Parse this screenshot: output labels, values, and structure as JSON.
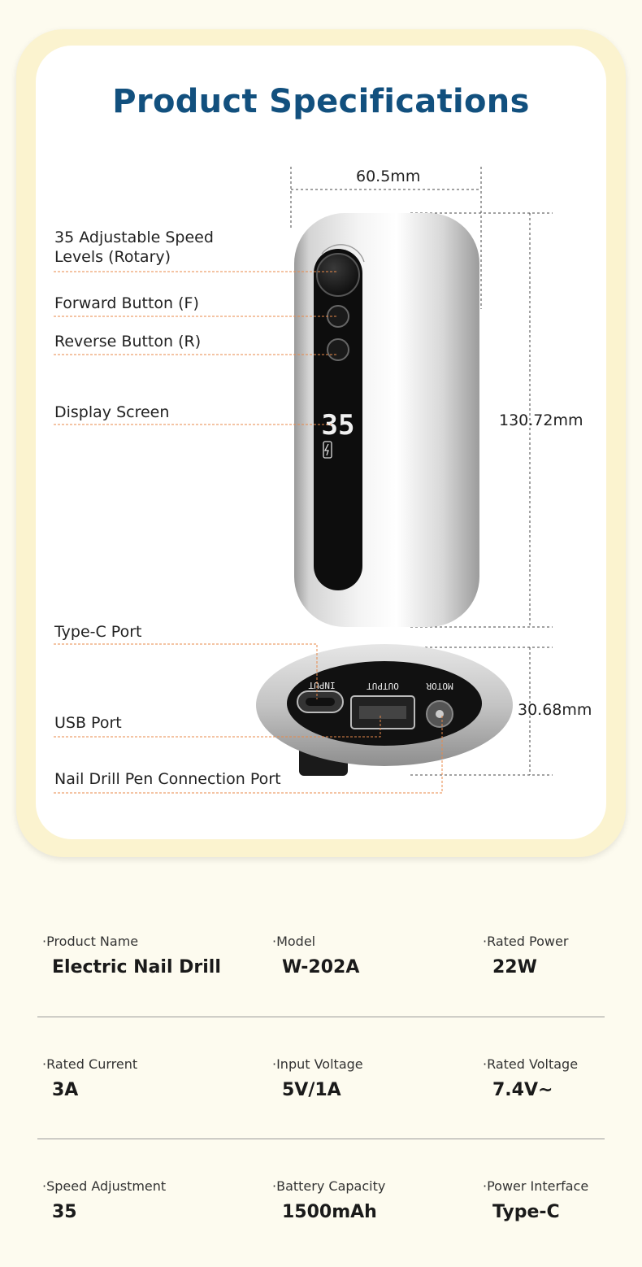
{
  "title": "Product Specifications",
  "dimensions": {
    "width": "60.5mm",
    "height": "130.72mm",
    "depth": "30.68mm"
  },
  "callouts": {
    "speed": "35 Adjustable Speed\nLevels (Rotary)",
    "forward": "Forward Button (F)",
    "reverse": "Reverse Button (R)",
    "display": "Display Screen",
    "typec": "Type-C Port",
    "usb": "USB Port",
    "pen": "Nail Drill Pen Connection Port"
  },
  "device": {
    "display_digits": "35",
    "port_input": "INPUT",
    "port_output": "OUTPUT",
    "port_motor": "MOTOR"
  },
  "specs": [
    {
      "label": "·Product Name",
      "value": "Electric Nail Drill"
    },
    {
      "label": "·Model",
      "value": "W-202A"
    },
    {
      "label": "·Rated Power",
      "value": "22W"
    },
    {
      "label": "·Rated Current",
      "value": "3A"
    },
    {
      "label": "·Input Voltage",
      "value": "5V/1A"
    },
    {
      "label": "·Rated Voltage",
      "value": "7.4V~"
    },
    {
      "label": "·Speed Adjustment",
      "value": "35"
    },
    {
      "label": "·Battery Capacity",
      "value": "1500mAh"
    },
    {
      "label": "·Power Interface",
      "value": "Type-C"
    }
  ],
  "colors": {
    "title": "#12507e",
    "callout_line": "#e8894a",
    "card_border": "#fbf3cf",
    "background": "#fdfbef"
  }
}
